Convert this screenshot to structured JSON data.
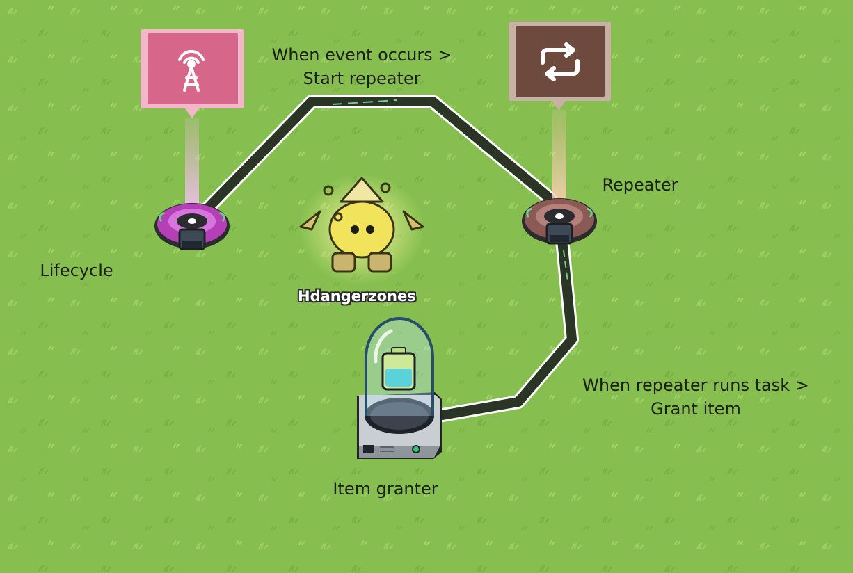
{
  "scene": {
    "ground_color": "#86bf4f",
    "wire_color": "#2b3526",
    "wire_glow_color": "#6fd08a"
  },
  "devices": {
    "lifecycle": {
      "label": "Lifecycle",
      "icon": "broadcast-tower-icon",
      "tag_color": "#d6678a",
      "ring_color": "#b43fb7"
    },
    "repeater": {
      "label": "Repeater",
      "icon": "repeat-arrows-icon",
      "tag_color": "#6e4a3e",
      "ring_color": "#8b5a55"
    },
    "item_granter": {
      "label": "Item granter",
      "icon": "battery-icon"
    }
  },
  "connections": {
    "top": {
      "line1": "When event occurs >",
      "line2": "Start repeater"
    },
    "right": {
      "line1": "When repeater runs task >",
      "line2": "Grant item"
    }
  },
  "player": {
    "name": "Hdangerzones",
    "color": "#f2e35c"
  }
}
